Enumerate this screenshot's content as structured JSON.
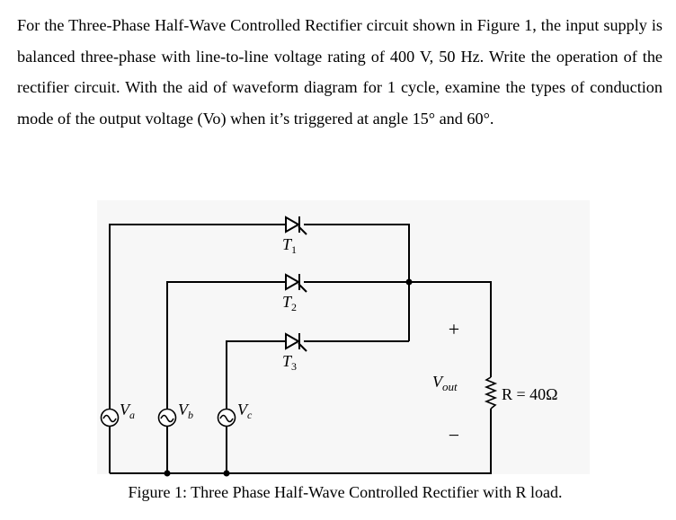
{
  "question": {
    "text": "For the Three-Phase Half-Wave Controlled Rectifier circuit shown in Figure 1, the input supply is balanced three-phase with line-to-line voltage rating of 400 V, 50 Hz. Write the operation of the rectifier circuit. With the aid of waveform diagram for 1 cycle, examine the types of conduction mode of the output voltage (Vo) when it’s triggered at angle 15° and 60°."
  },
  "figure": {
    "thyristors": [
      {
        "base": "T",
        "sub": "1"
      },
      {
        "base": "T",
        "sub": "2"
      },
      {
        "base": "T",
        "sub": "3"
      }
    ],
    "sources": [
      {
        "base": "V",
        "sub": "a"
      },
      {
        "base": "V",
        "sub": "b"
      },
      {
        "base": "V",
        "sub": "c"
      }
    ],
    "output": {
      "plus": "+",
      "minus": "−",
      "label_base": "V",
      "label_sub": "out"
    },
    "load": {
      "label": "R = 40Ω"
    },
    "caption": "Figure 1: Three Phase Half-Wave Controlled Rectifier with R load."
  }
}
